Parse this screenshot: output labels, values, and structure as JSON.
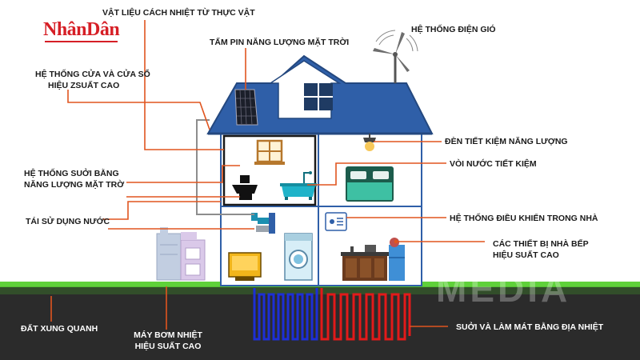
{
  "brand": {
    "name": "NhânDân"
  },
  "watermark": "MEDIA",
  "colors": {
    "roof": "#2f5fa8",
    "roof_edge": "#24487f",
    "ground_grass": "#5fd13a",
    "ground_soil": "#2b2b2b",
    "leader_line": "#e0551f",
    "pipe_cold": "#1d2fd6",
    "pipe_hot": "#e21a1a",
    "house_wall": "#ffffff"
  },
  "labels": {
    "insulation": "VẬT LIỆU CÁCH NHIỆT TỪ THỰC VẬT",
    "solar_panel": "TẤM PIN NĂNG LƯỢNG MẶT TRỜI",
    "wind": "HỆ THỐNG ĐIỆN GIÓ",
    "windows": [
      "HỆ THỐNG CỬA VÀ CỬA SỔ",
      "HIỆU ZSUẤT CAO"
    ],
    "solar_heating": [
      "HỆ THỐNG SUỞI BẰNG",
      "NĂNG LƯỢNG MẶT TRỜ"
    ],
    "water_reuse": "TÁI SỬ DỤNG NƯỚC",
    "led_light": "ĐÈN TIẾT KIỆM NĂNG LƯỢNG",
    "faucet": "VÒI NƯỚC TIẾT KIỆM",
    "home_control": "HỆ THỐNG ĐIỀU KHIỂN TRONG NHÀ",
    "kitchen": [
      "CÁC THIẾT BỊ NHÀ BẾP",
      "HIỆU SUẤT CAO"
    ],
    "surrounding_ground": "ĐẤT XUNG QUANH",
    "heat_pump": [
      "MÁY BƠM NHIỆT",
      "HIỆU SUẤT CAO"
    ],
    "geothermal": "SUỞI VÀ LÀM MÁT BẰNG ĐỊA NHIỆT"
  }
}
